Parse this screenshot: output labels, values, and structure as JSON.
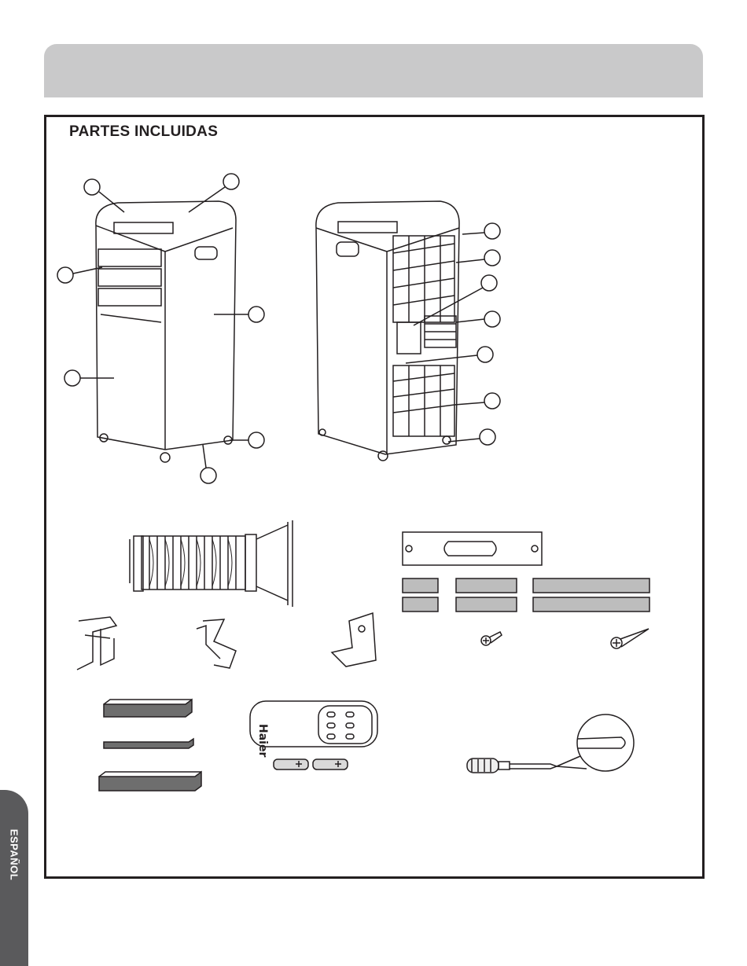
{
  "page": {
    "section_title": "PARTES INCLUIDAS",
    "side_tab_label": "ESPAÑOL"
  },
  "icons": {
    "front_unit": "air-conditioner-front-icon",
    "back_unit": "air-conditioner-back-icon",
    "exhaust_hose": "exhaust-hose-icon",
    "window_slider": "window-slider-icon",
    "slider_extensions": "slider-extension-panels-icon",
    "screw_small": "screw-small-icon",
    "screw_large": "screw-large-icon",
    "hook_bracket": "hose-hook-icon",
    "clip": "clip-icon",
    "l_bracket": "l-bracket-icon",
    "foam_seals": "foam-seal-icon",
    "remote_control": "remote-control-icon",
    "batteries": "battery-icon",
    "screwdriver": "screwdriver-icon"
  },
  "remote": {
    "brand": "Haier"
  },
  "colors": {
    "header_gray": "#c9c9ca",
    "side_tab": "#5a5a5c",
    "ink": "#231f20"
  }
}
